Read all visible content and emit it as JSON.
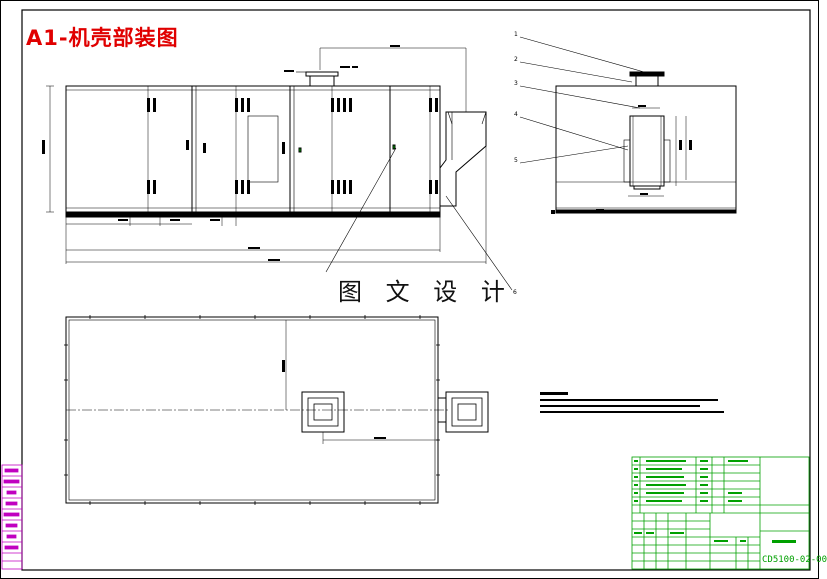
{
  "drawing": {
    "title": "A1-机壳部装图",
    "watermark": "图 文 设 计",
    "drawing_number": "CD5100-02-00",
    "balloons": [
      "1",
      "2",
      "3",
      "4",
      "5",
      "6"
    ],
    "colors": {
      "title_red": "#e00000",
      "title_block_green": "#00a000",
      "left_strip_magenta": "#c000c0",
      "line_black": "#000000"
    }
  }
}
